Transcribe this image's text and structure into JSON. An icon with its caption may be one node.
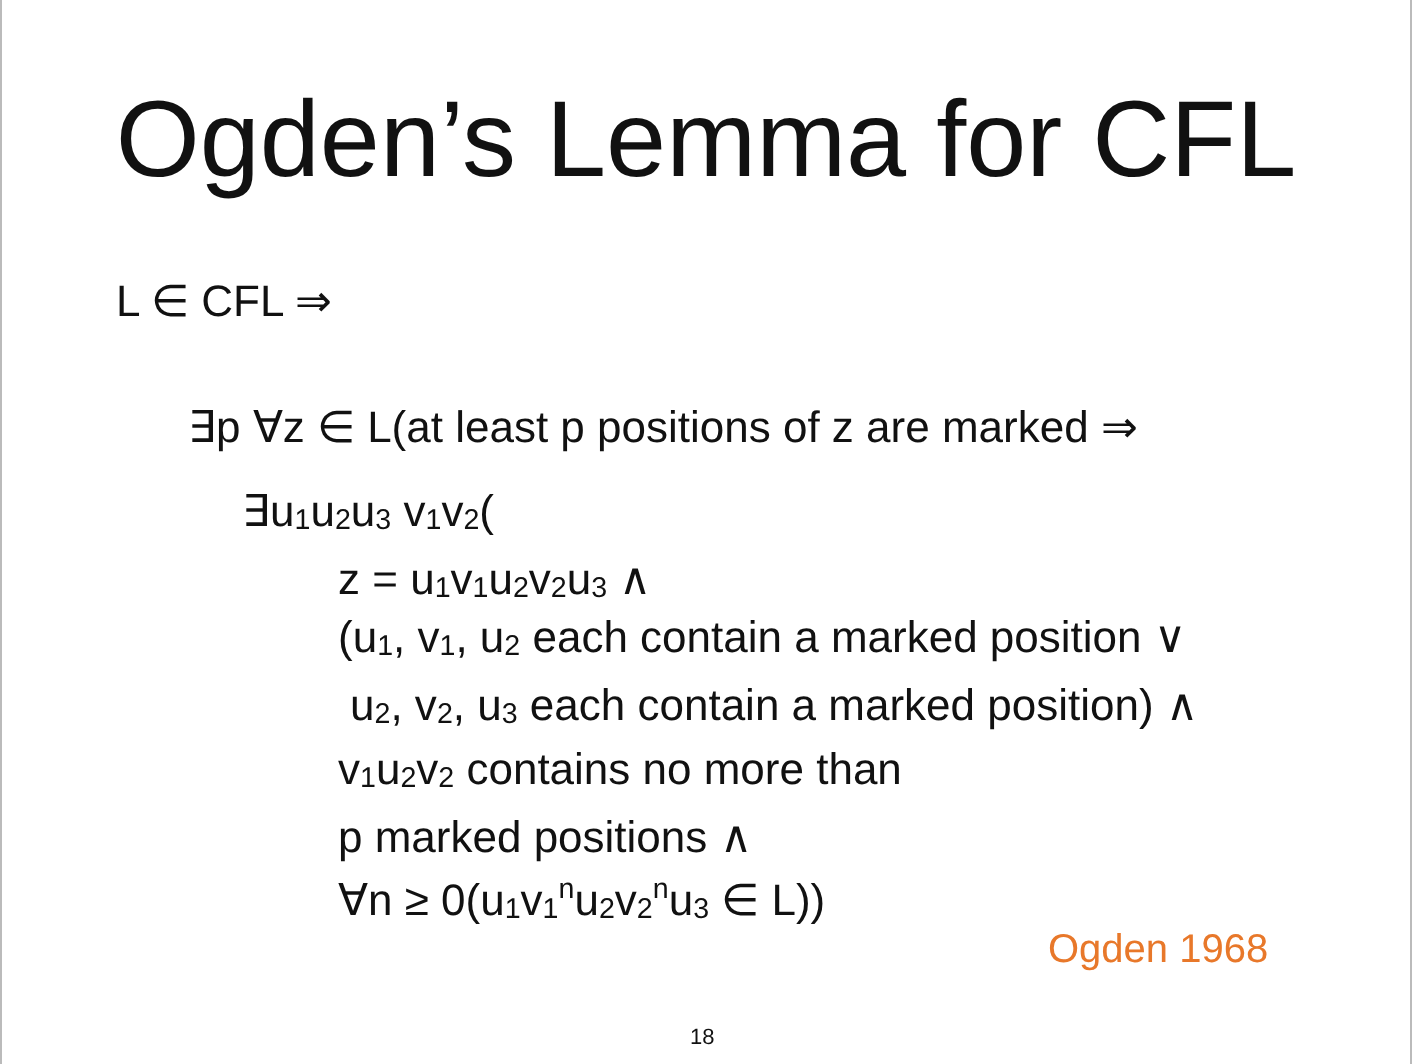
{
  "diagram": {
    "title": "Ogden’s Lemma for CFL",
    "labels": [
      "L ∈ CFL ⇒",
      "∃p ∀z ∈ L(at least p positions of z are marked ⇒",
      "∃u$_{1}$u$_{2}$u$_{3}$ v$_{1}$v$_{2}$(",
      "z = u$_{1}$v$_{1}$u$_{2}$v$_{2}$u$_{3}$ ∧",
      "(u$_{1}$, v$_{1}$, u$_{2}$ each contain a marked position ∨",
      "u$_{2}$, v$_{2}$, u$_{3}$ each contain a marked position) ∧",
      "v$_{1}$u$_{2}$v$_{2}$ contains no more than p marked positions ∧",
      "∀n ≥ 0(u$_{1}$v$_{1}$$^{n}$u$_{2}$v$_{2}$$^{n}$u$_{3}$ ∈ L))",
      "Ogden 1968",
      "18"
    ]
  }
}
